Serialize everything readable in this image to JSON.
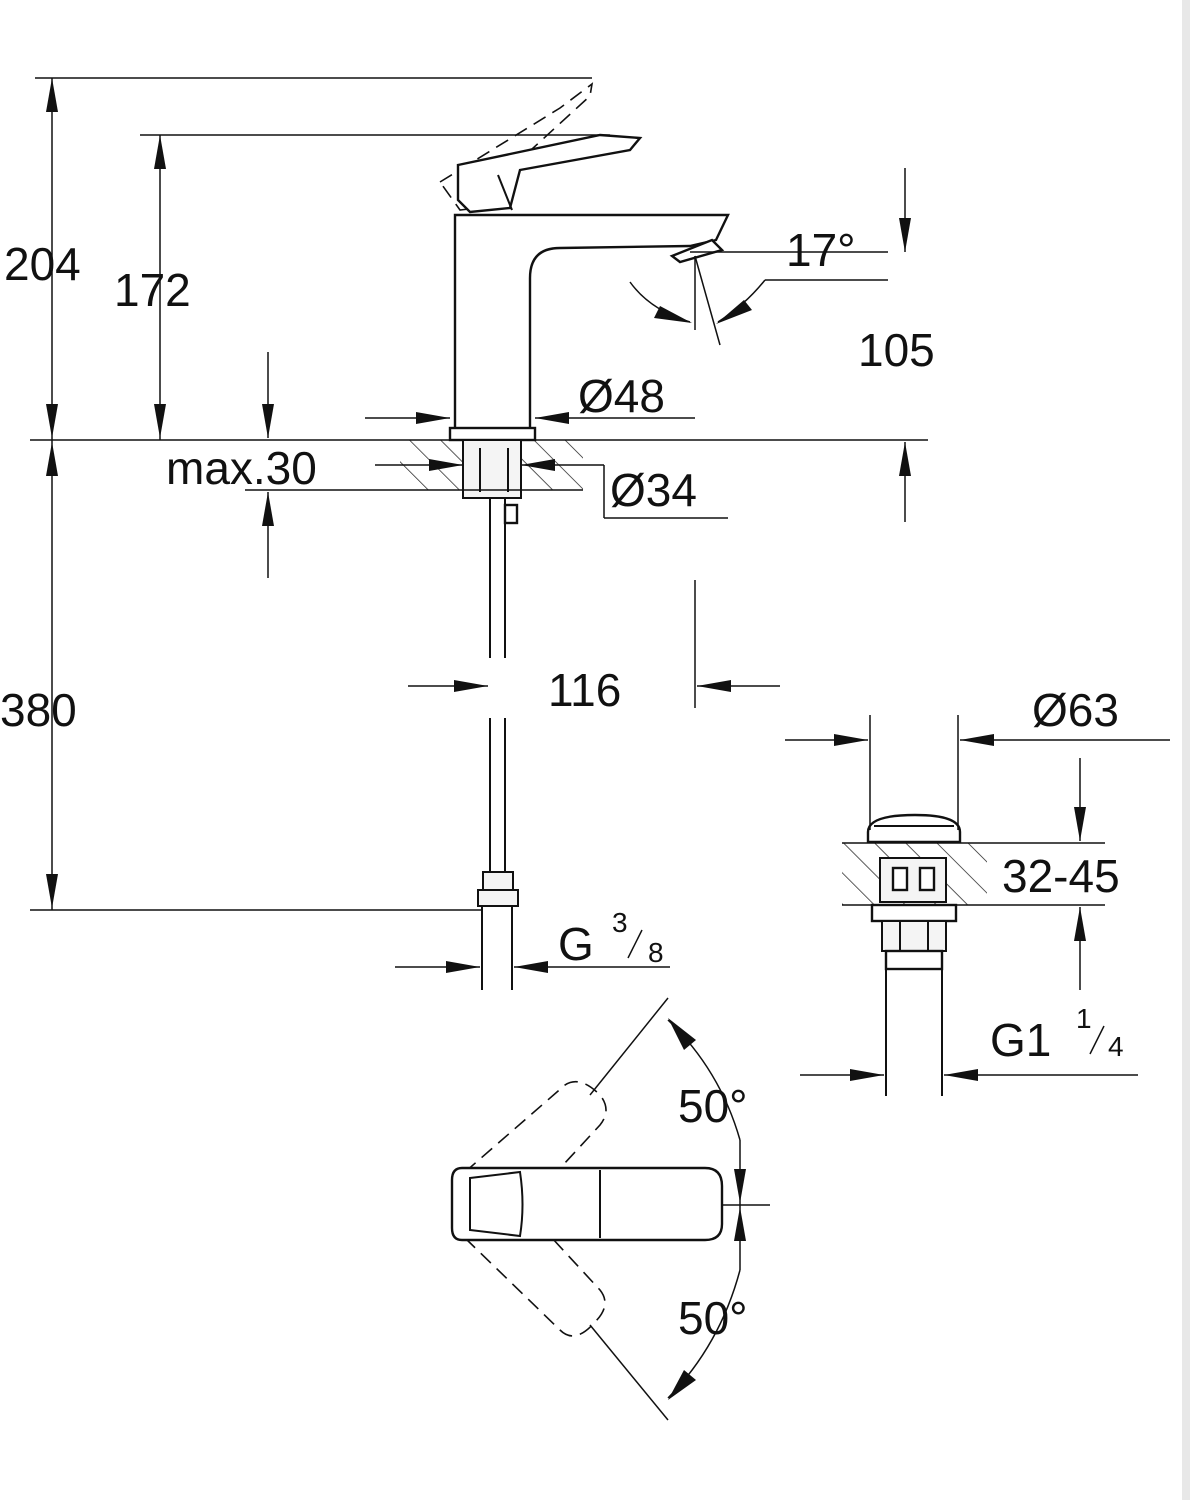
{
  "dimensions": {
    "total_height": "204",
    "spout_height": "172",
    "max_thickness": "max.30",
    "base_diameter": "Ø48",
    "hole_diameter": "Ø34",
    "spout_tilt": "17°",
    "projection": "105",
    "hose_length": "380",
    "offset": "116",
    "connection_thread": "G",
    "connection_thread_num": "3",
    "connection_thread_den": "8",
    "waste_diameter": "Ø63",
    "waste_range": "32-45",
    "waste_thread": "G1",
    "waste_thread_num": "1",
    "waste_thread_den": "4",
    "lever_angle_top": "50°",
    "lever_angle_bottom": "50°"
  }
}
